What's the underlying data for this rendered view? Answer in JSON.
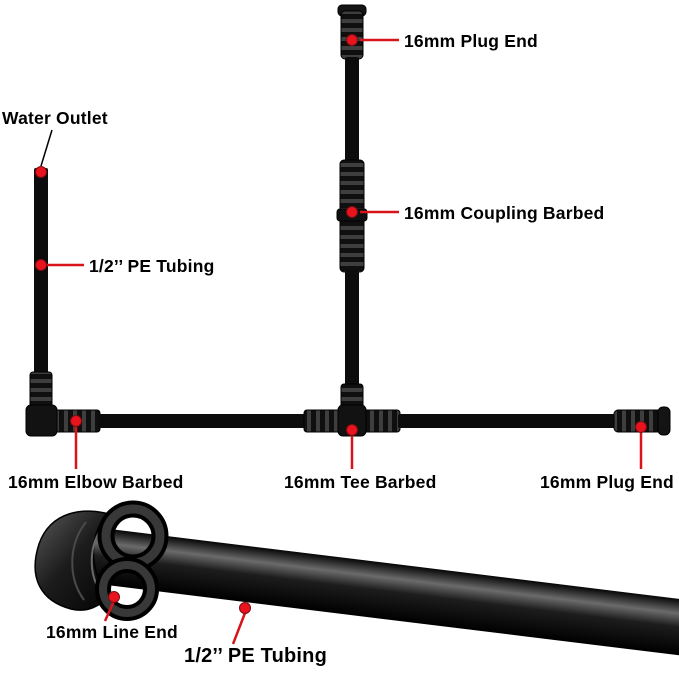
{
  "labels": {
    "top_plug": "16mm Plug End",
    "water_outlet": "Water Outlet",
    "pe_tubing_left": "1/2’’ PE Tubing",
    "coupling": "16mm Coupling Barbed",
    "elbow": "16mm Elbow Barbed",
    "tee": "16mm Tee Barbed",
    "right_plug": "16mm Plug End",
    "line_end": "16mm Line End",
    "pe_tubing_bottom": "1/2’’ PE Tubing"
  },
  "colors": {
    "background": "#ffffff",
    "tube": "#0c0c0c",
    "fitting": "#141414",
    "marker": "#e8131d",
    "leader": "#d8141a",
    "text": "#000000"
  }
}
